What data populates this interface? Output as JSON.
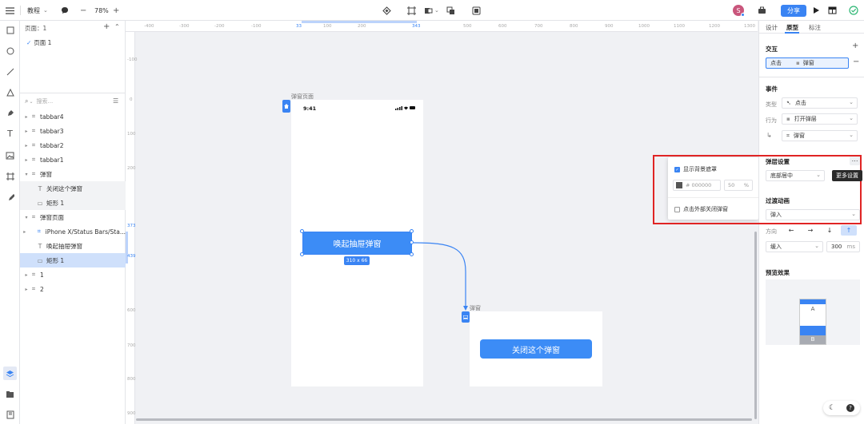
{
  "topbar": {
    "menu_icon": "hamburger-icon",
    "project_name": "教程",
    "zoom": "78%",
    "share_label": "分享",
    "avatar_letter": "S"
  },
  "layers": {
    "page_count_label": "页面：1",
    "page_name": "页面 1",
    "search_placeholder": "搜索...",
    "items": [
      {
        "label": "tabbar4"
      },
      {
        "label": "tabbar3"
      },
      {
        "label": "tabbar2"
      },
      {
        "label": "tabbar1"
      },
      {
        "label": "弹窗"
      },
      {
        "label": "关闭这个弹窗"
      },
      {
        "label": "矩形 1"
      },
      {
        "label": "弹窗页面"
      },
      {
        "label": "iPhone X/Status Bars/Sta..."
      },
      {
        "label": "唤起抽屉弹窗"
      },
      {
        "label": "矩形 1"
      },
      {
        "label": "1"
      },
      {
        "label": "2"
      }
    ]
  },
  "ruler": {
    "h_ticks": [
      "-400",
      "-300",
      "-200",
      "-100",
      "33",
      "100",
      "200",
      "343",
      "500",
      "600",
      "700",
      "800",
      "900",
      "1000",
      "1100",
      "1200",
      "1300"
    ],
    "v_ticks": [
      "-100",
      "0",
      "100",
      "200",
      "373",
      "439",
      "600",
      "700",
      "800",
      "900"
    ]
  },
  "canvas": {
    "phone_frame_label": "弹窗页面",
    "status_time": "9:41",
    "main_button_label": "唤起抽屉弹窗",
    "dimension_tag": "310 x 66",
    "popup_frame_label": "弹窗",
    "popup_button_label": "关闭这个弹窗"
  },
  "popover": {
    "show_mask_label": "显示背景遮罩",
    "color_hash": "#",
    "color_value": "000000",
    "opacity_value": "50",
    "opacity_unit": "%",
    "close_outside_label": "点击外部关闭弹窗"
  },
  "tooltip": {
    "label": "更多设置"
  },
  "rpanel": {
    "tabs": [
      "设计",
      "原型",
      "标注"
    ],
    "interaction_title": "交互",
    "interaction_trigger": "点击",
    "interaction_action": "弹窗",
    "event_title": "事件",
    "type_label": "类型",
    "type_value": "点击",
    "action_label": "行为",
    "action_value": "打开弹层",
    "target_value": "弹窗",
    "layer_settings_title": "弹层设置",
    "position_value": "底部居中",
    "transition_title": "过渡动画",
    "transition_value": "弹入",
    "direction_label": "方向",
    "direction_arrows": [
      "←",
      "→",
      "↓",
      "↑"
    ],
    "easing_value": "缓入",
    "duration_value": "300",
    "duration_unit": "ms",
    "preview_title": "预览效果",
    "preview_a": "A",
    "preview_b": "B"
  },
  "colors": {
    "accent": "#3a84f3",
    "button_blue": "#3c8cf6",
    "highlight_red": "#e02424"
  }
}
